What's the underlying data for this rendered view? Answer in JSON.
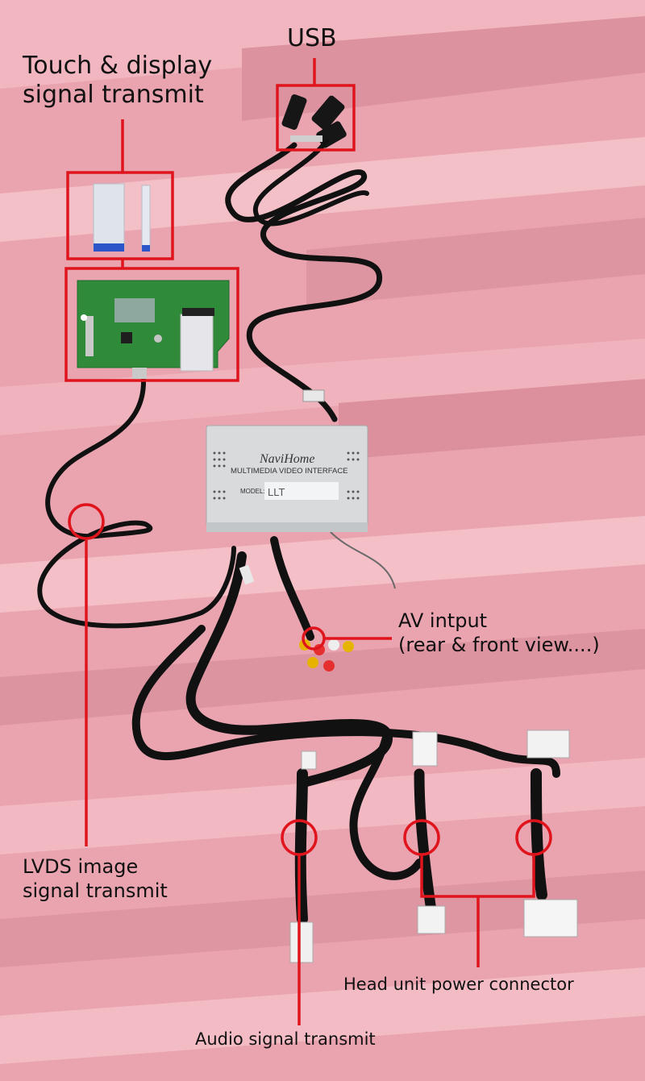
{
  "labels": {
    "usb": "USB",
    "touch_display_line1": "Touch & display",
    "touch_display_line2": "signal transmit",
    "av_input_line1": "AV intput",
    "av_input_line2": "(rear & front view....)",
    "lvds_line1": "LVDS image",
    "lvds_line2": "signal transmit",
    "head_unit_power": "Head unit power connector",
    "audio_signal": "Audio signal transmit"
  },
  "device": {
    "brand": "NaviHome",
    "subtitle": "MULTIMEDIA VIDEO INTERFACE",
    "model_label": "MODEL:",
    "model_value": "LLT"
  },
  "colors": {
    "background": "#e9a4b0",
    "stripe_light": "#f6c4cc",
    "stripe_dark": "#d98d9b",
    "callout": "#e0141c",
    "cable": "#111111",
    "pcb": "#2f8a3a"
  }
}
